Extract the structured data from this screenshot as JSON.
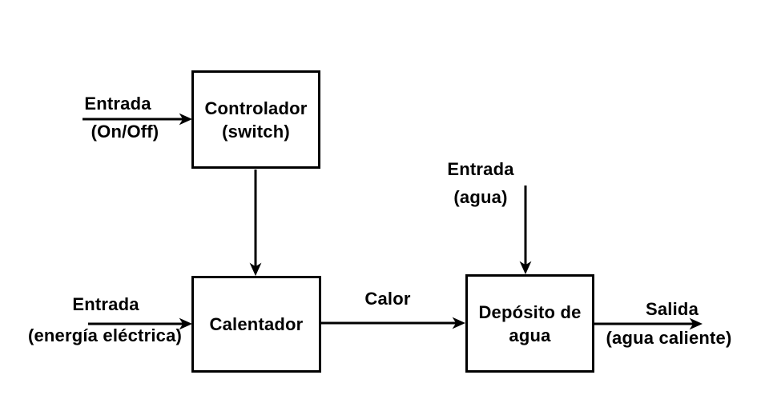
{
  "diagram": {
    "background": "#ffffff",
    "line_color": "#000000",
    "nodes": [
      {
        "id": "controlador",
        "lines": [
          "Controlador",
          "(switch)"
        ]
      },
      {
        "id": "calentador",
        "lines": [
          "Calentador"
        ]
      },
      {
        "id": "deposito-de-agua",
        "lines": [
          "Depósito de",
          "agua"
        ]
      }
    ],
    "edge_labels": [
      {
        "id": "entrada-onoff",
        "top": "Entrada",
        "bottom": "(On/Off)"
      },
      {
        "id": "entrada-energia",
        "top": "Entrada",
        "bottom": "(energía eléctrica)"
      },
      {
        "id": "calor",
        "top": "Calor",
        "bottom": ""
      },
      {
        "id": "entrada-agua",
        "top": "Entrada",
        "bottom": "(agua)"
      },
      {
        "id": "salida",
        "top": "Salida",
        "bottom": "(agua caliente)"
      }
    ]
  }
}
